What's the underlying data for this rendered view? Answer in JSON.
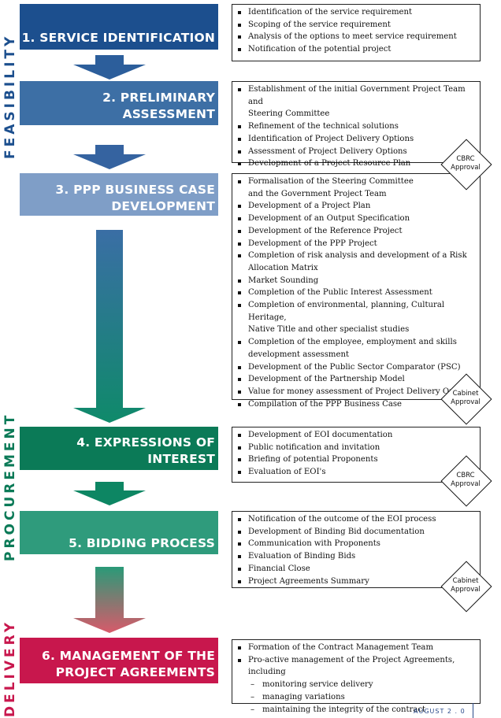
{
  "side_labels": {
    "feasibility": "FEASIBILITY",
    "procurement": "PROCUREMENT",
    "delivery": "DELIVERY"
  },
  "stages": [
    {
      "title_lines": [
        "1. SERVICE IDENTIFICATION"
      ],
      "color": "#1c4f8e",
      "items": [
        {
          "text": "Identification of the service requirement"
        },
        {
          "text": "Scoping of the service requirement"
        },
        {
          "text": "Analysis of the options to meet service requirement"
        },
        {
          "text": "Notification of the potential project"
        }
      ]
    },
    {
      "title_lines": [
        "2. PRELIMINARY ASSESSMENT"
      ],
      "color": "#3d6fa5",
      "items": [
        {
          "text": "Establishment of the initial Government Project Team and"
        },
        {
          "text": "Steering Committee",
          "cont": true
        },
        {
          "text": "Refinement of the technical solutions"
        },
        {
          "text": "Identification of Project Delivery Options"
        },
        {
          "text": "Assessment of Project Delivery Options"
        },
        {
          "text": "Development of a Project Resource Plan"
        }
      ]
    },
    {
      "title_lines": [
        "3. PPP BUSINESS CASE",
        "DEVELOPMENT"
      ],
      "color": "#7f9ec7",
      "items": [
        {
          "text": "Formalisation of the Steering Committee"
        },
        {
          "text": "and the Government Project Team",
          "cont": true
        },
        {
          "text": "Development of a Project Plan"
        },
        {
          "text": "Development of an Output Specification"
        },
        {
          "text": "Development of the Reference Project"
        },
        {
          "text": "Development of the PPP Project"
        },
        {
          "text": "Completion of risk analysis and development of a Risk"
        },
        {
          "text": "Allocation Matrix",
          "cont": true
        },
        {
          "text": "Market Sounding"
        },
        {
          "text": "Completion of the Public Interest Assessment"
        },
        {
          "text": "Completion of environmental, planning, Cultural Heritage,"
        },
        {
          "text": "Native Title and other specialist studies",
          "cont": true
        },
        {
          "text": "Completion of the employee, employment and skills"
        },
        {
          "text": "development assessment",
          "cont": true
        },
        {
          "text": "Development of the Public Sector Comparator (PSC)"
        },
        {
          "text": "Development of the Partnership Model"
        },
        {
          "text": "Value for money assessment of Project Delivery Options"
        },
        {
          "text": "Compilation of the PPP Business Case"
        }
      ]
    },
    {
      "title_lines": [
        "4. EXPRESSIONS OF INTEREST"
      ],
      "color": "#0b7a57",
      "items": [
        {
          "text": "Development of EOI documentation"
        },
        {
          "text": "Public notification and invitation"
        },
        {
          "text": "Briefing of potential Proponents"
        },
        {
          "text": "Evaluation of EOI's"
        }
      ]
    },
    {
      "title_lines": [
        "5. BIDDING PROCESS"
      ],
      "color": "#2f9b7c",
      "items": [
        {
          "text": "Notification of the outcome of the EOI process"
        },
        {
          "text": "Development of Binding Bid documentation"
        },
        {
          "text": "Communication with Proponents"
        },
        {
          "text": "Evaluation of Binding Bids"
        },
        {
          "text": "Financial Close"
        },
        {
          "text": "Project Agreements Summary"
        }
      ]
    },
    {
      "title_lines": [
        "6. MANAGEMENT OF THE",
        "PROJECT AGREEMENTS"
      ],
      "color": "#c8174d",
      "items": [
        {
          "text": "Formation of the Contract Management Team"
        },
        {
          "text": "Pro-active management of the Project Agreements, including"
        },
        {
          "text": "monitoring service delivery",
          "sub": true
        },
        {
          "text": "managing variations",
          "sub": true
        },
        {
          "text": "maintaining the integrity of the contract",
          "sub": true
        }
      ]
    }
  ],
  "approvals": [
    {
      "lines": [
        "CBRC",
        "Approval"
      ]
    },
    {
      "lines": [
        "Cabinet",
        "Approval"
      ]
    },
    {
      "lines": [
        "CBRC",
        "Approval"
      ]
    },
    {
      "lines": [
        "Cabinet",
        "Approval"
      ]
    }
  ],
  "footer": "AUGUST 2 . 0"
}
